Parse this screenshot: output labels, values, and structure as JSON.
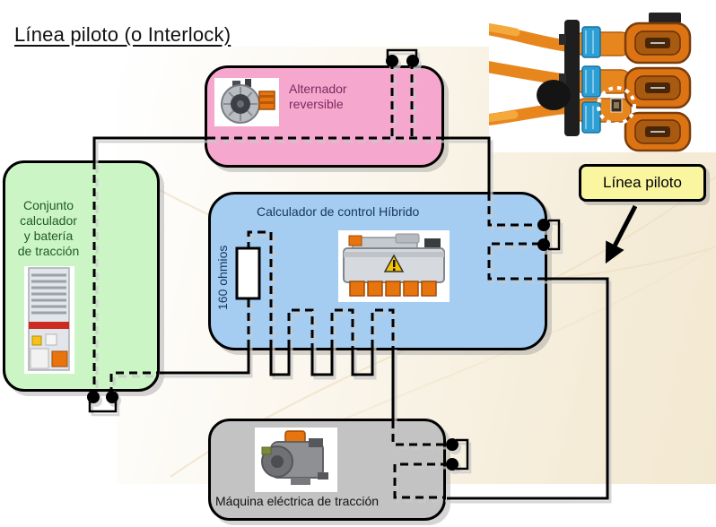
{
  "slide": {
    "title": "Línea piloto (o Interlock)"
  },
  "boxes": {
    "alternator": {
      "label": "Alternador\nreversible"
    },
    "battery": {
      "label": "Conjunto\ncalculador\ny batería\nde tracción"
    },
    "hybrid_ecu": {
      "label": "Calculador de control Híbrido",
      "resistor_label": "160 ohmios"
    },
    "traction_machine": {
      "label": "Máquina eléctrica de tracción"
    }
  },
  "callout": {
    "label": "Línea piloto"
  },
  "icons": {
    "hv_connector_photo": "high-voltage-orange-cables-with-triple-connector",
    "highlight": "white-dotted-circle-on-interlock-pin",
    "connector_dots": "interlock-connector-terminals",
    "resistor": "resistor-symbol"
  },
  "colors": {
    "alternator_box": "#f6a7ce",
    "battery_box": "#ccf5c6",
    "ecu_box": "#a5cdf2",
    "machine_box": "#c3c3c3",
    "callout_box": "#faf6a0",
    "alternator_text": "#7c2a5e",
    "battery_text": "#1e5c20",
    "ecu_text": "#17365d",
    "machine_text": "#121212",
    "wire": "#000000",
    "wire_shadow": "#c9c9c9",
    "cable_orange": "#e8861e"
  }
}
